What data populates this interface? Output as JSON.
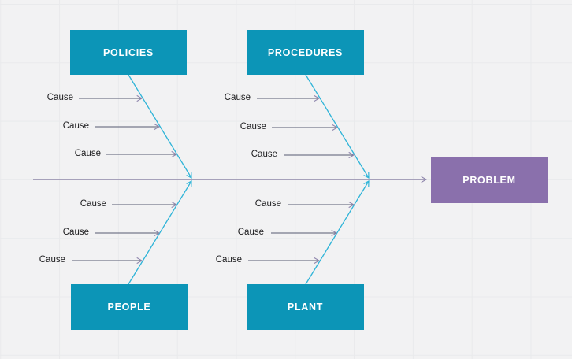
{
  "canvas": {
    "background": "#f2f2f3",
    "grid_color": "#e9eaec"
  },
  "colors": {
    "category_box_fill": "#0c95b7",
    "problem_box_fill": "#8a70ac",
    "box_text": "#ffffff",
    "branch_line": "#2fb4d8",
    "spine_line": "#8f88a9",
    "cause_line": "#555a72",
    "cause_arrowhead": "#9188ae",
    "cause_text": "#1c1c1e"
  },
  "diagram": {
    "type": "fishbone",
    "problem": {
      "label": "PROBLEM"
    },
    "categories": [
      {
        "label": "POLICIES",
        "position": "top-left",
        "causes": [
          "Cause",
          "Cause",
          "Cause"
        ]
      },
      {
        "label": "PROCEDURES",
        "position": "top-right",
        "causes": [
          "Cause",
          "Cause",
          "Cause"
        ]
      },
      {
        "label": "PEOPLE",
        "position": "bottom-left",
        "causes": [
          "Cause",
          "Cause",
          "Cause"
        ]
      },
      {
        "label": "PLANT",
        "position": "bottom-right",
        "causes": [
          "Cause",
          "Cause",
          "Cause"
        ]
      }
    ]
  }
}
